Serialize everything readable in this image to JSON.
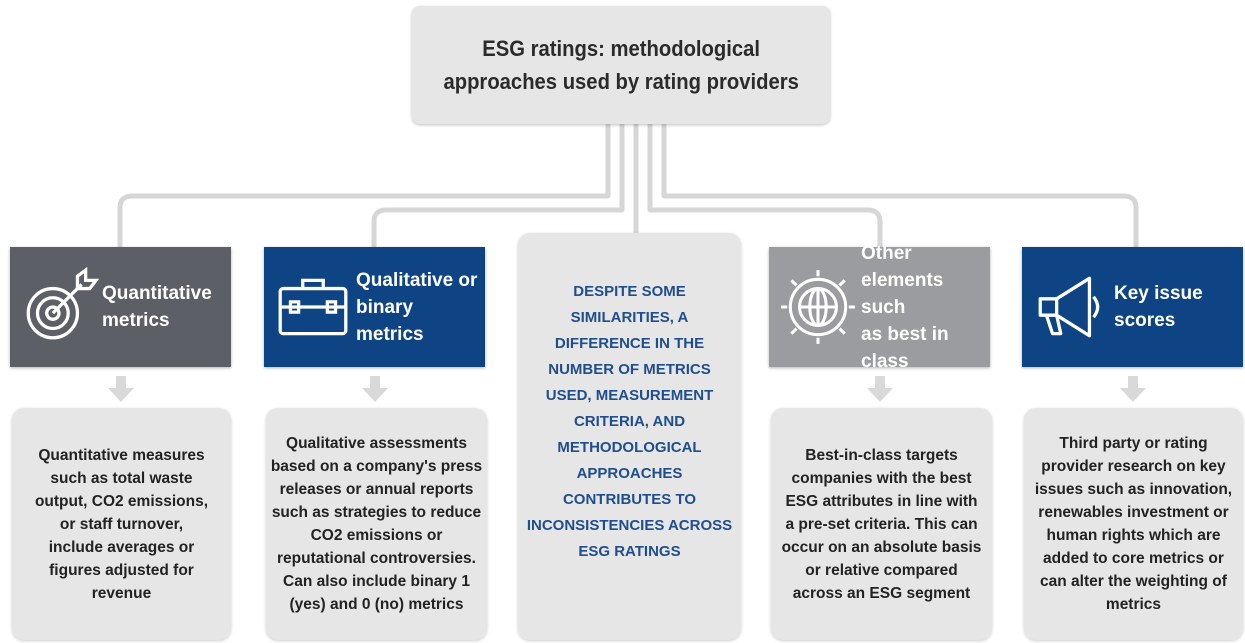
{
  "title": "ESG ratings: methodological\napproaches used by rating providers",
  "colors": {
    "dark_gray": "#5d5f66",
    "navy": "#0f4484",
    "light_gray": "#9a9c9f",
    "box_bg": "#e7e6e7",
    "center_text": "#1f4e8c",
    "connector": "#d6d6d6"
  },
  "center_note": "DESPITE SOME\nSIMILARITIES, A\nDIFFERENCE IN THE\nNUMBER OF METRICS\nUSED, MEASUREMENT\nCRITERIA, AND\nMETHODOLOGICAL\nAPPROACHES\nCONTRIBUTES TO\nINCONSISTENCIES ACROSS\nESG RATINGS",
  "categories": [
    {
      "label": "Quantitative\nmetrics",
      "icon": "target-icon",
      "description": "Quantitative measures\nsuch as total waste\noutput, CO2 emissions,\nor staff turnover,\ninclude averages or\nfigures adjusted for\nrevenue"
    },
    {
      "label": "Qualitative or\nbinary metrics",
      "icon": "briefcase-icon",
      "description": "Qualitative assessments\nbased on a company's press\nreleases or annual reports\nsuch as strategies to reduce\nCO2 emissions or\nreputational controversies.\nCan also include binary 1\n(yes) and 0 (no) metrics"
    },
    {
      "label": "Other\nelements such\nas best in class",
      "icon": "globe-gear-icon",
      "description": "Best-in-class targets\ncompanies with the best\nESG attributes in line with\na pre-set criteria. This can\noccur on an absolute basis\nor relative compared\nacross an ESG segment"
    },
    {
      "label": "Key issue\nscores",
      "icon": "megaphone-icon",
      "description": "Third party or rating\nprovider research on key\nissues such as innovation,\nrenewables investment or\nhuman rights which are\nadded to core metrics or\ncan alter the weighting of\nmetrics"
    }
  ]
}
